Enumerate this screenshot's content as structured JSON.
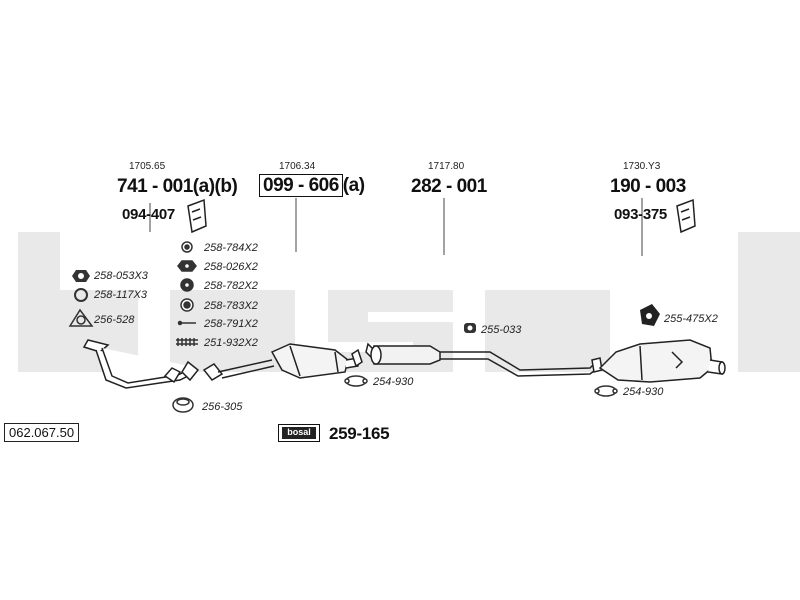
{
  "diagram": {
    "catalog_number": "062.067.50",
    "watermark": "bosal",
    "brand_plate": "bosal",
    "kit_ref": "259-165",
    "sections": [
      {
        "ref": "1705.65",
        "main": "741 - 001",
        "suffix": "(a)(b)",
        "sub": "094-407"
      },
      {
        "ref": "1706.34",
        "main": "099 - 606",
        "suffix": "(a)"
      },
      {
        "ref": "1717.80",
        "main": "282 - 001"
      },
      {
        "ref": "1730.Y3",
        "main": "190 - 003",
        "sub": "093-375"
      }
    ],
    "left_parts": [
      "258-053X3",
      "258-117X3",
      "256-528",
      "256-305"
    ],
    "middle_parts": [
      "258-784X2",
      "258-026X2",
      "258-782X2",
      "258-783X2",
      "258-791X2",
      "251-932X2"
    ],
    "right_parts": {
      "clamp_center": "254-930",
      "hanger": "255-033",
      "mount": "255-475X2",
      "clamp_right": "254-930"
    }
  }
}
